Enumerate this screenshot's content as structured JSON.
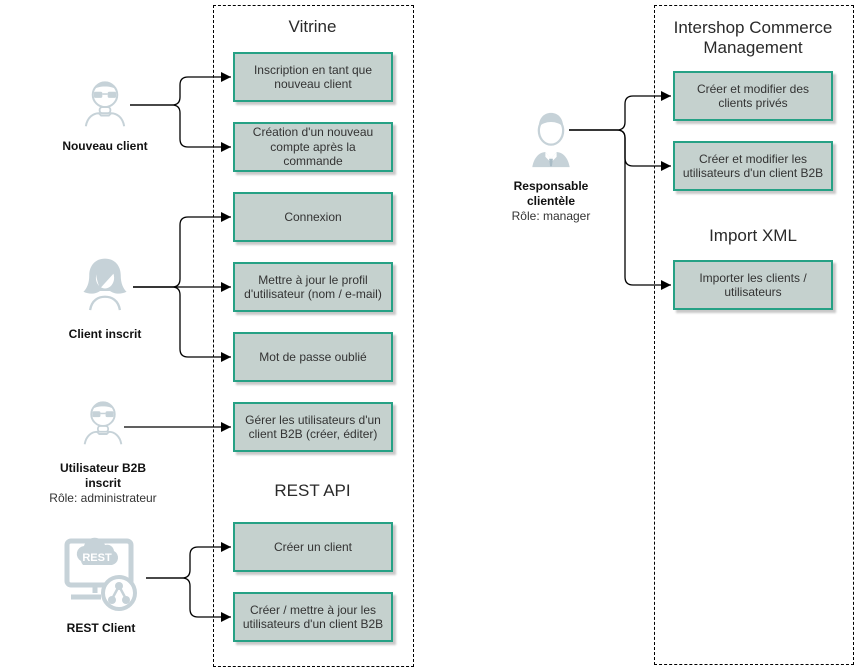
{
  "vitrine": {
    "title": "Vitrine",
    "rest_api_heading": "REST API",
    "boxes": [
      "Inscription en tant que nouveau client",
      "Création d'un nouveau compte après la commande",
      "Connexion",
      "Mettre à jour le profil d'utilisateur (nom / e-mail)",
      "Mot de passe oublié",
      "Gérer les utilisateurs d'un client B2B (créer, éditer)",
      "Créer un client",
      "Créer / mettre à jour les utilisateurs d'un client B2B"
    ]
  },
  "icm": {
    "title": "Intershop Commerce Management",
    "import_xml_heading": "Import XML",
    "boxes": [
      "Créer et modifier des clients privés",
      "Créer et modifier les utilisateurs d'un client B2B",
      "Importer les clients / utilisateurs"
    ]
  },
  "actors": [
    {
      "name": "Nouveau client",
      "role": ""
    },
    {
      "name": "Client inscrit",
      "role": ""
    },
    {
      "name": "Utilisateur B2B inscrit",
      "role": "Rôle: administrateur"
    },
    {
      "name": "REST Client",
      "role": ""
    },
    {
      "name": "Responsable clientèle",
      "role": "Rôle: manager"
    }
  ],
  "rest_icon_label": "REST",
  "colors": {
    "box_border": "#26a185",
    "box_fill": "#c5d1ce",
    "icon_gray": "#c6d2d8",
    "line": "#000000"
  }
}
